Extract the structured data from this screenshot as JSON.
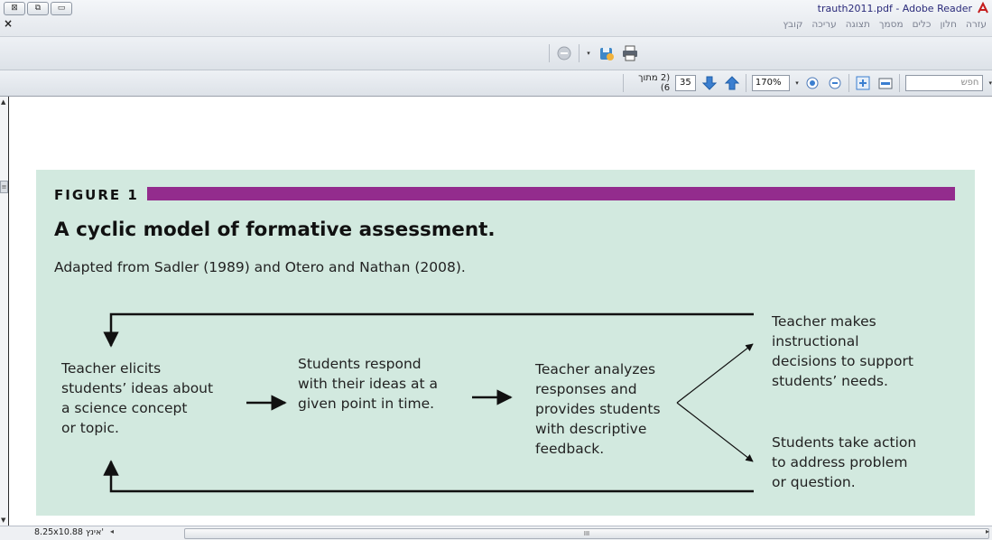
{
  "window": {
    "title": "trauth2011.pdf - Adobe Reader",
    "controls": [
      "⊠",
      "⧉",
      "▭"
    ],
    "doc_close": "×"
  },
  "menu": [
    "קובץ",
    "עריכה",
    "תצוגה",
    "מסמך",
    "כלים",
    "חלון",
    "עזרה"
  ],
  "toolbar": {
    "page_current": "35",
    "pages_of": "(2 מתוך 6)",
    "zoom": "170%",
    "search_placeholder": "חפש"
  },
  "status": {
    "page_size": "8.25x10.88 אינץ'",
    "scroll_grip": "III"
  },
  "figure": {
    "label": "FIGURE 1",
    "title": "A cyclic model of formative assessment.",
    "subtitle": "Adapted from Sadler (1989) and Otero and Nathan (2008).",
    "nodes": {
      "elicit": "Teacher elicits\nstudents’ ideas about\na science concept\nor topic.",
      "respond": "Students respond\nwith their ideas at a\ngiven point in time.",
      "analyze": "Teacher analyzes\nresponses and\nprovides students\nwith descriptive\nfeedback.",
      "decide": "Teacher makes\ninstructional\ndecisions to support\nstudents’ needs.",
      "action": "Students take action\nto address problem\nor question."
    }
  },
  "colors": {
    "figure_bg": "#d2e9df",
    "accent_bar": "#932c8d"
  }
}
